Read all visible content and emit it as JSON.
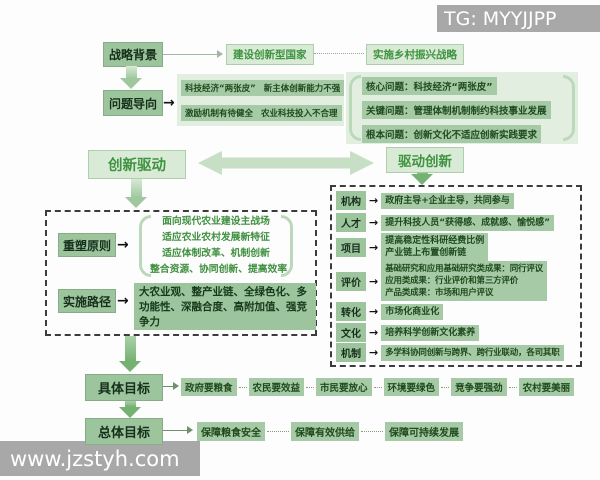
{
  "watermarks": {
    "top_right": "TG: MYYJJPP",
    "bottom_left": "www.jzstyh.com"
  },
  "icons": {
    "arrow_right": "→"
  },
  "colors": {
    "node_green": "#9dc59d",
    "light_node_green": "#d9ead7",
    "panel_green": "#e2efe0",
    "chip_green": "#a6caa5",
    "dark_text_green": "#1e4a1e",
    "green_text": "#3f9440",
    "watermark_gray": "#a8a8a8"
  },
  "top": {
    "strategy_bg": "战略背景",
    "build_nation": "建设创新型国家",
    "rural_strategy": "实施乡村振兴战略",
    "problem_oriented": "问题导向",
    "problems": [
      "科技经济“两张皮”",
      "新主体创新能力不强",
      "激励机制有待健全",
      "农业科技投入不合理"
    ],
    "issues": [
      "核心问题：科技经济“两张皮”",
      "关键问题：管理体制机制制约科技事业发展",
      "根本问题：创新文化不适应创新实践要求"
    ]
  },
  "middle": {
    "innovation_driven": "创新驱动",
    "driven_innovation": "驱动创新"
  },
  "left_box": {
    "reshape_label": "重塑原则",
    "reshape_items": [
      "面向现代农业建设主战场",
      "适应农业农村发展新特征",
      "适应体制改革、机制创新",
      "整合资源、协同创新、提高效率"
    ],
    "path_label": "实施路径",
    "path_text": "大农业观、整产业链、全绿色化、多功能性、深融合度、高附加值、强竞争力"
  },
  "right_box": {
    "rows": [
      {
        "label": "机构",
        "text": "政府主导+企业主导，共同参与"
      },
      {
        "label": "人才",
        "text": "提升科技人员“获得感、成就感、愉悦感”"
      },
      {
        "label": "项目",
        "text": "提高稳定性科研经费比例\n产业链上布置创新链"
      },
      {
        "label": "评价",
        "text": "基础研究和应用基础研究类成果：同行评议\n应用类成果：行业评价和第三方评价\n产品类成果：市场和用户评议"
      },
      {
        "label": "转化",
        "text": "市场化商业化"
      },
      {
        "label": "文化",
        "text": "培养科学创新文化素养"
      },
      {
        "label": "机制",
        "text": "多学科协同创新与跨界、跨行业联动，各司其职"
      }
    ]
  },
  "bottom": {
    "specific_label": "具体目标",
    "specific_items": [
      "政府要粮食",
      "农民要效益",
      "市民要放心",
      "环境要绿色",
      "竞争要强劲",
      "农村要美丽"
    ],
    "overall_label": "总体目标",
    "overall_items": [
      "保障粮食安全",
      "保障有效供给",
      "保障可持续发展"
    ]
  }
}
